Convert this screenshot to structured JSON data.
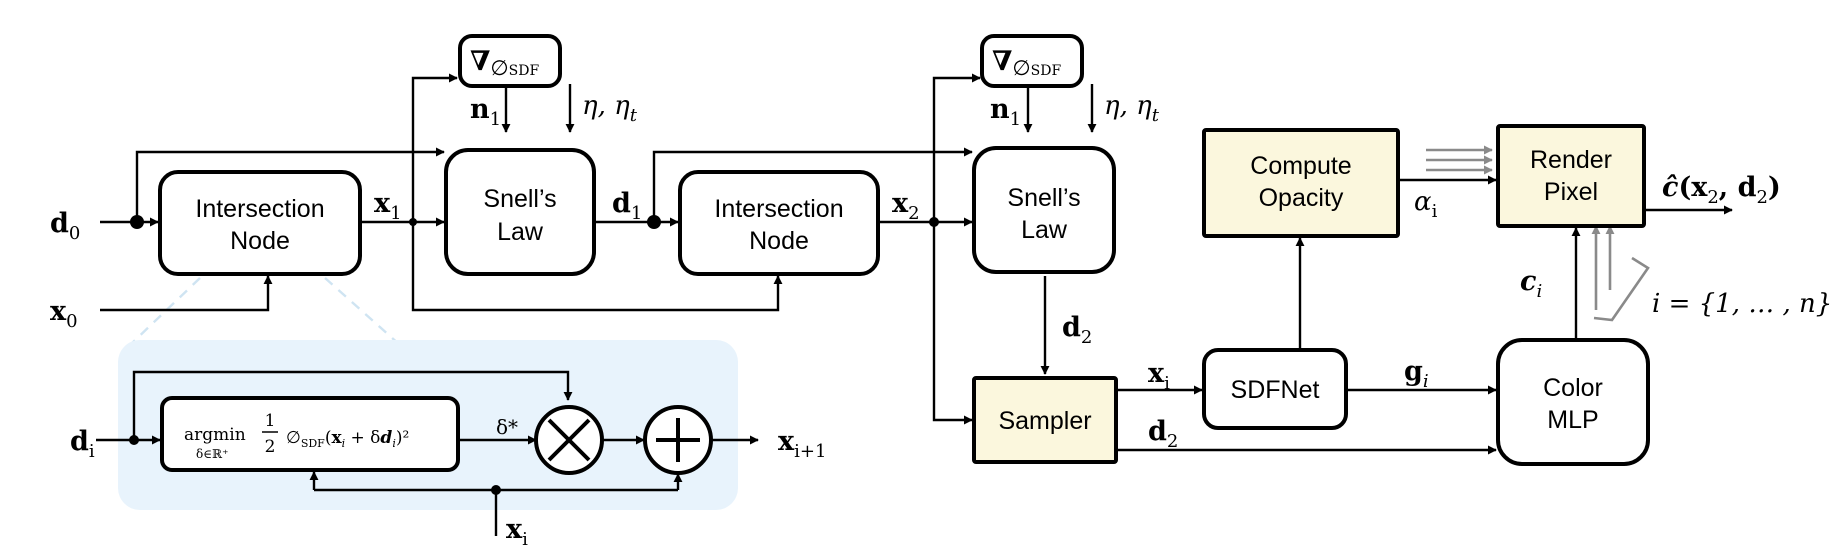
{
  "nodes": {
    "intersection_1": [
      "Intersection",
      "Node"
    ],
    "intersection_2": [
      "Intersection",
      "Node"
    ],
    "snell_1": [
      "Snell’s",
      "Law"
    ],
    "snell_2": [
      "Snell’s",
      "Law"
    ],
    "sampler": "Sampler",
    "sdfnet": "SDFNet",
    "color_mlp": [
      "Color",
      "MLP"
    ],
    "compute_opacity": [
      "Compute",
      "Opacity"
    ],
    "render_pixel": [
      "Render",
      "Pixel"
    ]
  },
  "gradient": {
    "symbol": "∇",
    "phi": "∅",
    "sub": "SDF"
  },
  "labels": {
    "d0": {
      "base": "d",
      "sub": "0"
    },
    "x0": {
      "base": "x",
      "sub": "0"
    },
    "x1": {
      "base": "x",
      "sub": "1"
    },
    "d1": {
      "base": "d",
      "sub": "1"
    },
    "x2": {
      "base": "x",
      "sub": "2"
    },
    "n1": {
      "base": "n",
      "sub": "1"
    },
    "eta": "η, η",
    "eta_sub": "t",
    "d2": {
      "base": "d",
      "sub": "2"
    },
    "xi": {
      "base": "x",
      "sub": "i"
    },
    "gi": {
      "base": "g",
      "sub": "i"
    },
    "ci": {
      "base": "c",
      "sub": "i"
    },
    "alpha": {
      "base": "α",
      "sub": "i"
    },
    "range": "i = {1, … , n}",
    "output": {
      "hat": "ĉ",
      "open": "(",
      "x": "x",
      "xs": "2",
      "comma": ", ",
      "d": "d",
      "ds": "2",
      "close": ")"
    }
  },
  "inset": {
    "di": {
      "base": "d",
      "sub": "i"
    },
    "xi": {
      "base": "x",
      "sub": "i"
    },
    "argmin": "argmin",
    "argmin_sub": "δ∈ℝ⁺",
    "frac_num": "1",
    "frac_den": "2",
    "phi": "∅",
    "phi_sub": "SDF",
    "expr_open": "(",
    "expr_x": "x",
    "expr_x_sub": "i",
    "expr_plus": " + δ",
    "expr_d": "d",
    "expr_d_sub": "i",
    "expr_close": ")²",
    "delta_star": "δ*",
    "times": "⨉",
    "plus": "+",
    "out": {
      "base": "x",
      "sub": "i+1"
    }
  },
  "colors": {
    "highlight": "#fbf7dd",
    "inset_bg": "#e8f3fc",
    "gray_arrows": "#8a8a8a"
  }
}
